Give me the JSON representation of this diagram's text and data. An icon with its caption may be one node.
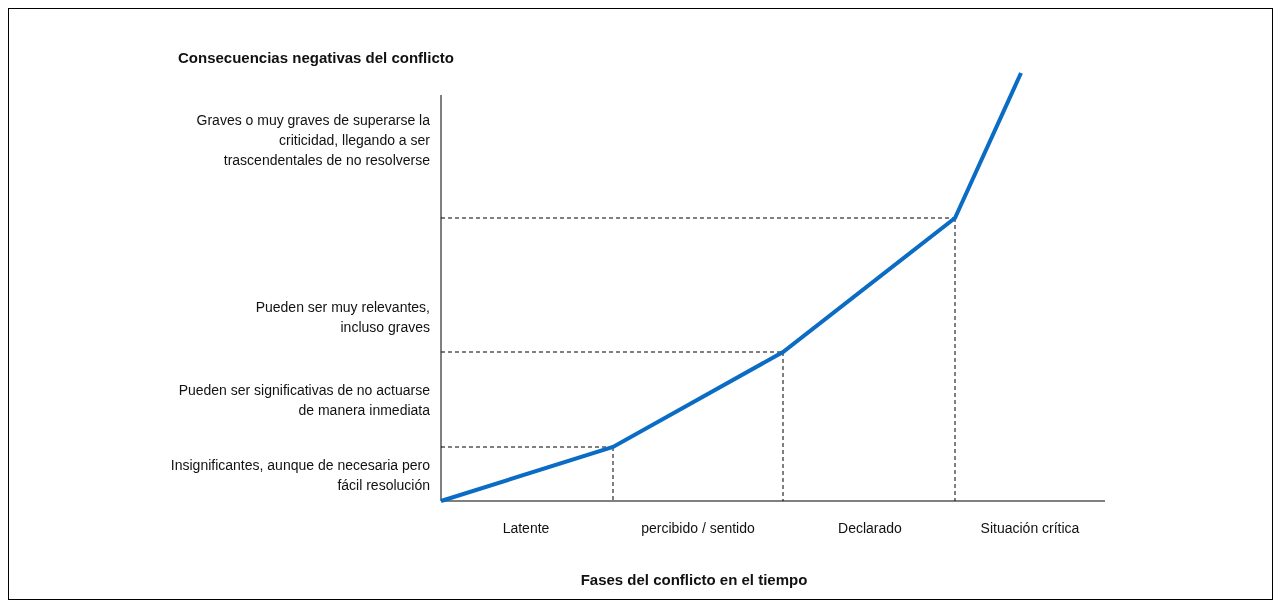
{
  "diagram": {
    "labels": [
      "Consecuencias negativas del conflicto",
      "Graves o muy graves de superarse la criticidad, llegando a ser trascendentales de no resolverse",
      "Pueden ser muy relevantes, incluso graves",
      "Pueden ser significativas de no actuarse de manera inmediata",
      "Insignificantes, aunque de necesaria pero fácil resolución",
      "Latente",
      "percibido / sentido",
      "Declarado",
      "Situación crítica",
      "Fases del conflicto en el tiempo"
    ]
  }
}
